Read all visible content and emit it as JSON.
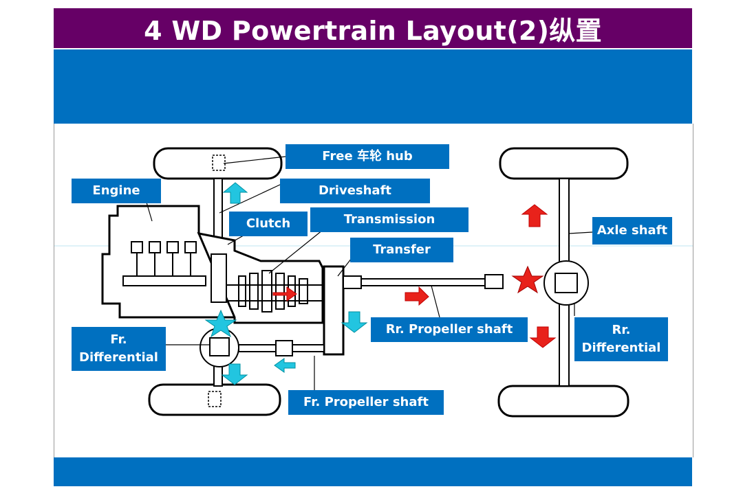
{
  "slide": {
    "title": "4 WD Powertrain Layout(2)纵置"
  },
  "labels": {
    "free_hub": "Free 车轮 hub",
    "engine": "Engine",
    "driveshaft": "Driveshaft",
    "clutch": "Clutch",
    "transmission": "Transmission",
    "transfer": "Transfer",
    "axle_shaft": "Axle shaft",
    "fr_differential": "Fr.\nDifferential",
    "rr_propeller_shaft": "Rr. Propeller shaft",
    "rr_differential": "Rr.\nDifferential",
    "fr_propeller_shaft": "Fr. Propeller shaft"
  },
  "colors": {
    "title_bg": "#660066",
    "band_blue": "#0070c0",
    "callout_blue": "#0070c0",
    "arrow_red": "#e8221b",
    "arrow_cyan": "#22c5e0",
    "star_red": "#e8221b",
    "star_cyan": "#22c5e0"
  }
}
